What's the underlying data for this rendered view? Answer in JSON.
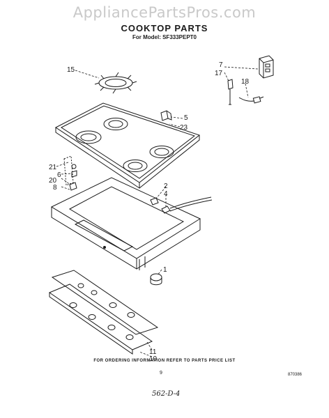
{
  "watermark": "AppliancePartsPros.com",
  "header": {
    "title": "COOKTOP PARTS",
    "subtitle": "For Model: SF333PEPT0"
  },
  "callouts": [
    "15",
    "7",
    "17",
    "18",
    "5",
    "23",
    "21",
    "6",
    "20",
    "8",
    "2",
    "4",
    "1",
    "11",
    "10"
  ],
  "footer": {
    "note": "FOR ORDERING INFORMATION REFER TO PARTS PRICE LIST",
    "page_number": "9",
    "doc_code": "870386",
    "handwritten": "562-D-4"
  }
}
